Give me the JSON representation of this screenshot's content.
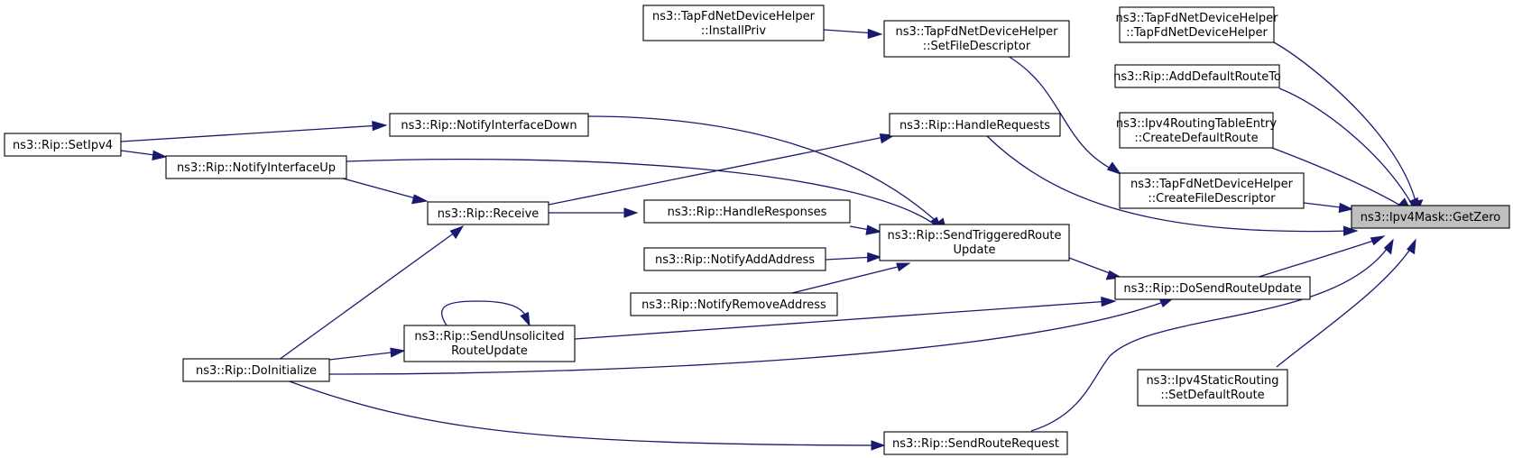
{
  "diagram": {
    "type": "call-graph",
    "edge_color": "#191970",
    "root_fill": "#bfbfbf",
    "nodes": {
      "getzero": {
        "lines": [
          "ns3::Ipv4Mask::GetZero"
        ]
      },
      "tapctor": {
        "lines": [
          "ns3::TapFdNetDeviceHelper",
          "::TapFdNetDeviceHelper"
        ]
      },
      "adddefault": {
        "lines": [
          "ns3::Rip::AddDefaultRouteTo"
        ]
      },
      "createdefault": {
        "lines": [
          "ns3::Ipv4RoutingTableEntry",
          "::CreateDefaultRoute"
        ]
      },
      "createfd": {
        "lines": [
          "ns3::TapFdNetDeviceHelper",
          "::CreateFileDescriptor"
        ]
      },
      "dosend": {
        "lines": [
          "ns3::Rip::DoSendRouteUpdate"
        ]
      },
      "setdefault": {
        "lines": [
          "ns3::Ipv4StaticRouting",
          "::SetDefaultRoute"
        ]
      },
      "setfd": {
        "lines": [
          "ns3::TapFdNetDeviceHelper",
          "::SetFileDescriptor"
        ]
      },
      "installpriv": {
        "lines": [
          "ns3::TapFdNetDeviceHelper",
          "::InstallPriv"
        ]
      },
      "handlerequests": {
        "lines": [
          "ns3::Rip::HandleRequests"
        ]
      },
      "sendtriggered": {
        "lines": [
          "ns3::Rip::SendTriggeredRoute",
          "Update"
        ]
      },
      "handleresponses": {
        "lines": [
          "ns3::Rip::HandleResponses"
        ]
      },
      "notifyaddaddress": {
        "lines": [
          "ns3::Rip::NotifyAddAddress"
        ]
      },
      "notifyremoveaddress": {
        "lines": [
          "ns3::Rip::NotifyRemoveAddress"
        ]
      },
      "sendunsolicited": {
        "lines": [
          "ns3::Rip::SendUnsolicited",
          "RouteUpdate"
        ]
      },
      "sendrouterequest": {
        "lines": [
          "ns3::Rip::SendRouteRequest"
        ]
      },
      "notifyifdown": {
        "lines": [
          "ns3::Rip::NotifyInterfaceDown"
        ]
      },
      "notifyifup": {
        "lines": [
          "ns3::Rip::NotifyInterfaceUp"
        ]
      },
      "receive": {
        "lines": [
          "ns3::Rip::Receive"
        ]
      },
      "doinitialize": {
        "lines": [
          "ns3::Rip::DoInitialize"
        ]
      },
      "setipv4": {
        "lines": [
          "ns3::Rip::SetIpv4"
        ]
      }
    }
  }
}
